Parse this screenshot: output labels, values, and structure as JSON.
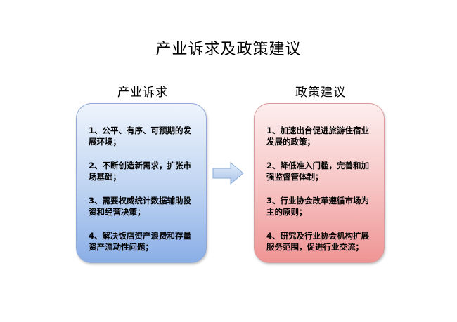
{
  "title": "产业诉求及政策建议",
  "left_column": {
    "heading": "产业诉求",
    "items": [
      "1、公平、有序、可预期的发展环境；",
      "2、不断创造新需求，扩张市场基础；",
      "3、需要权威统计数据辅助投资和经营决策；",
      "4、解决饭店资产浪费和存量资产流动性问题；"
    ]
  },
  "right_column": {
    "heading": "政策建议",
    "items": [
      "1、加速出台促进旅游住宿业发展的政策；",
      "2、降低准入门槛，完善和加强监督管体制；",
      "3、行业协会改革遵循市场为主的原则；",
      "4、研究及行业协会机构扩展服务范围，促进行业交流；"
    ]
  },
  "colors": {
    "left_box": "#c2d6f2",
    "right_box": "#f7c6c6",
    "arrow": "#c9dbf1"
  },
  "icons": {
    "connector": "arrow-right-icon"
  }
}
